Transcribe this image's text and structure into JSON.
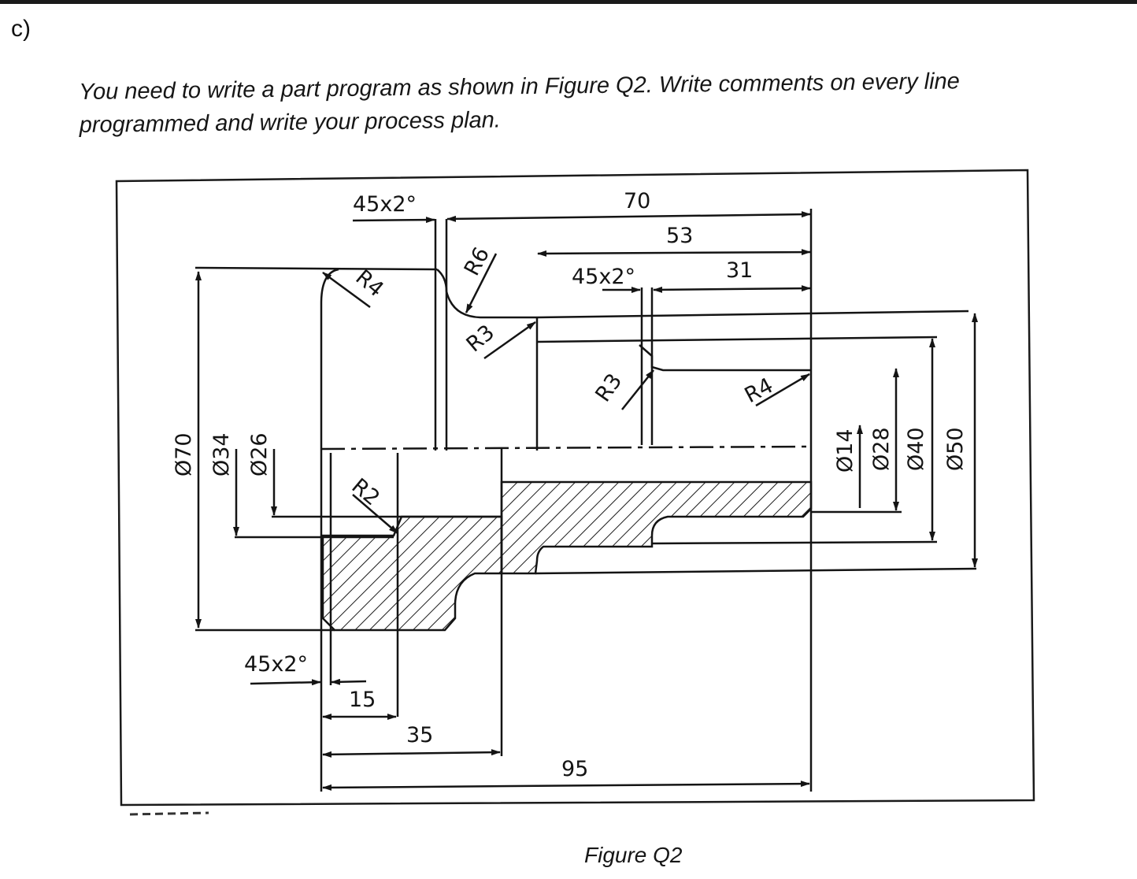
{
  "question": {
    "label": "c)",
    "line1": "You need to write a part program as shown in Figure Q2. Write comments on every line",
    "line2": "programmed and write your process plan."
  },
  "figure": {
    "caption": "Figure Q2",
    "dimensions": {
      "chamfer_top_left": "45x2°",
      "chamfer_top_right": "45x2°",
      "chamfer_bottom": "45x2°",
      "len_70": "70",
      "len_53": "53",
      "len_31": "31",
      "len_15": "15",
      "len_35": "35",
      "len_95": "95",
      "r6": "R6",
      "r4_left": "R4",
      "r3_upper": "R3",
      "r3_lower": "R3",
      "r4_right": "R4",
      "r2": "R2",
      "d70": "Ø70",
      "d34": "Ø34",
      "d26": "Ø26",
      "d14": "Ø14",
      "d28": "Ø28",
      "d40": "Ø40",
      "d50": "Ø50"
    }
  }
}
